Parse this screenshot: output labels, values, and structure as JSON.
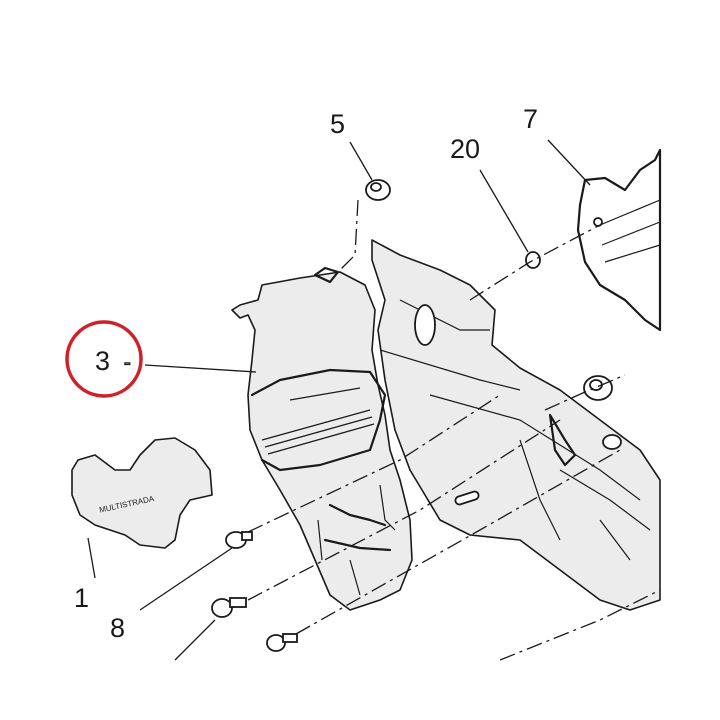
{
  "callouts": [
    {
      "id": "1",
      "label": "1"
    },
    {
      "id": "3",
      "label": "3"
    },
    {
      "id": "5",
      "label": "5"
    },
    {
      "id": "7",
      "label": "7"
    },
    {
      "id": "8",
      "label": "8"
    },
    {
      "id": "20",
      "label": "20"
    }
  ],
  "highlight": {
    "callout": "3",
    "color": "#d0202a"
  },
  "decal_text": "MULTISTRADA",
  "colors": {
    "line": "#1a1a1a",
    "shade": "#ececec",
    "background": "#ffffff"
  }
}
